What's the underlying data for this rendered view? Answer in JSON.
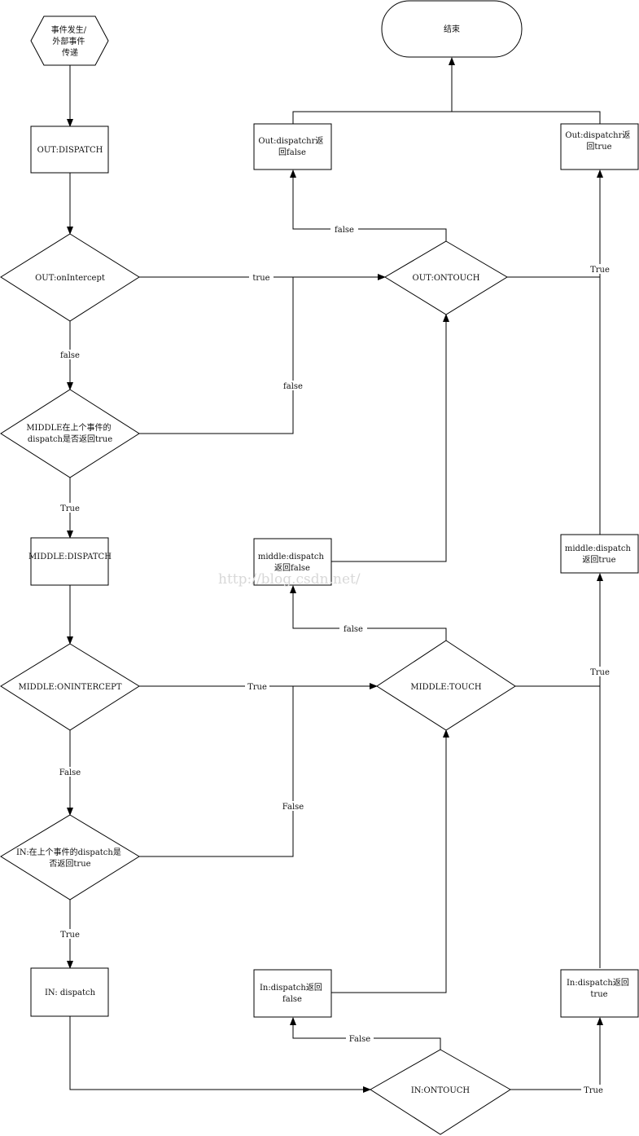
{
  "watermark": "http://blog.csdn.net/",
  "nodes": {
    "start": [
      "事件发生/",
      "外部事件",
      "传递"
    ],
    "end": [
      "结束"
    ],
    "out_dispatch": [
      "OUT:DISPATCH"
    ],
    "out_intercept": [
      "OUT:onIntercept"
    ],
    "middle_prev": [
      "MIDDLE在上个事件的",
      "dispatch是否返回true"
    ],
    "middle_dispatch": [
      "MIDDLE:DISPATCH"
    ],
    "middle_intercept": [
      "MIDDLE:ONINTERCEPT"
    ],
    "in_prev": [
      "IN:在上个事件的dispatch是",
      "否返回true"
    ],
    "in_dispatch": [
      "IN: dispatch"
    ],
    "out_touch": [
      "OUT:ONTOUCH"
    ],
    "middle_touch": [
      "MIDDLE:TOUCH"
    ],
    "in_touch": [
      "IN:ONTOUCH"
    ],
    "out_false": [
      "Out:dispatchr返",
      "回false"
    ],
    "out_true": [
      "Out:dispatchr返",
      "回true"
    ],
    "mid_false": [
      "middle:dispatch",
      "返回false"
    ],
    "mid_true": [
      "middle:dispatch",
      "返回true"
    ],
    "in_false": [
      "In:dispatch返回",
      "false"
    ],
    "in_true": [
      "In:dispatch返回",
      "true"
    ]
  },
  "edge_labels": {
    "oi_true": "true",
    "oi_false": "false",
    "mp_false": "false",
    "mp_true": "True",
    "ot_false": "false",
    "ot_true": "True",
    "mi_true": "True",
    "mi_false": "False",
    "ip_false": "False",
    "ip_true": "True",
    "mt_false": "false",
    "mt_true": "True",
    "it_false": "False",
    "it_true": "True"
  }
}
